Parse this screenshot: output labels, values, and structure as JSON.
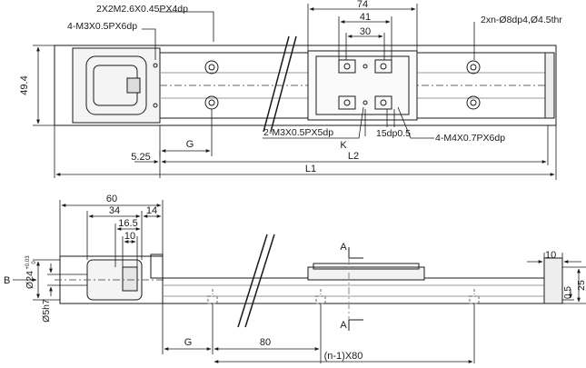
{
  "top_view": {
    "callouts": {
      "tap_2x_m26": "2X2M2.6X0.45PX4dp",
      "tap_4_m3": "4-M3X0.5PX6dp",
      "holes_2xn": "2xn-Ø8dp4,Ø4.5thr",
      "tap_2_m3": "2-M3X0.5PX5dp",
      "depth_15": "15dp0.5",
      "tap_4_m4": "4-M4X0.7PX6dp"
    },
    "dims": {
      "d74": "74",
      "d41": "41",
      "d30": "30",
      "d49_4": "49.4",
      "g": "G",
      "k": "K",
      "d5_25": "5.25",
      "l2": "L2",
      "l1": "L1"
    }
  },
  "side_view": {
    "dims": {
      "d60": "60",
      "d34": "34",
      "d14": "14",
      "d16_5": "16.5",
      "d10_left": "10",
      "d10_right": "10",
      "d24": "Ø24",
      "d24_tol_upper": "+0.03",
      "d24_tol_lower": "0",
      "d5h7": "Ø5h7",
      "d0_5": "0.5",
      "d25": "25",
      "g": "G",
      "d80": "80",
      "pitch": "(n-1)X80"
    },
    "labels": {
      "view_b": "B",
      "section_a_top": "A",
      "section_a_bottom": "A"
    }
  }
}
